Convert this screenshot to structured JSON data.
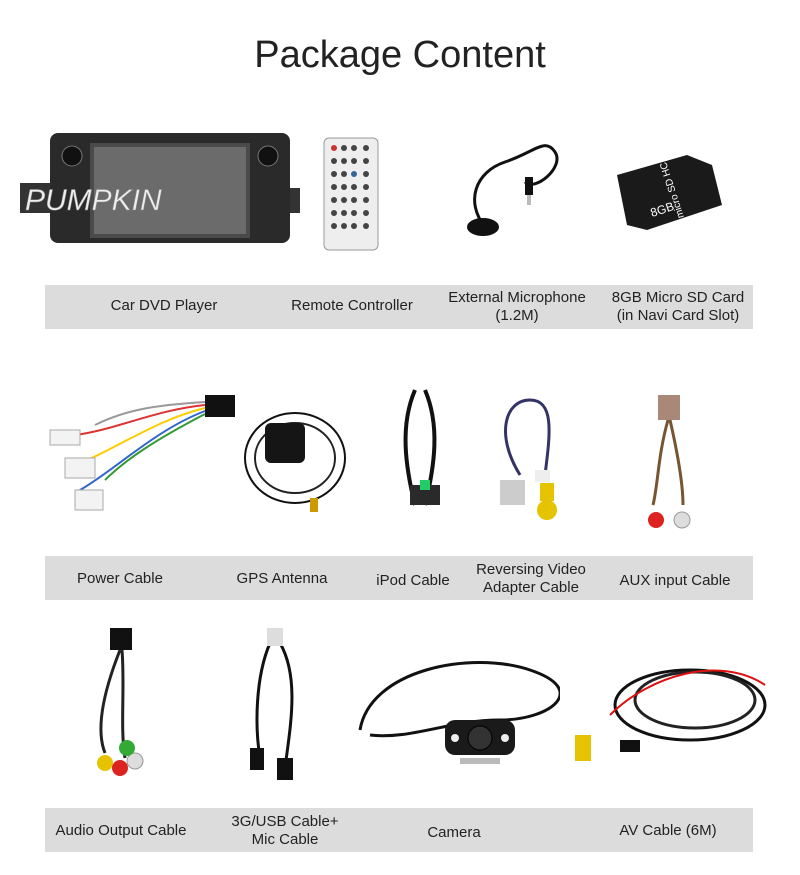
{
  "title": "Package Content",
  "logo_text": "PUMPKIN",
  "sd_card": {
    "capacity": "8GB",
    "brand": "micro SD HC"
  },
  "rows": [
    {
      "items": [
        {
          "label": "Car DVD Player"
        },
        {
          "label": "Remote Controller"
        },
        {
          "label": "External Microphone\n(1.2M)"
        },
        {
          "label": "8GB Micro SD Card\n(in Navi Card Slot)"
        }
      ]
    },
    {
      "items": [
        {
          "label": "Power Cable"
        },
        {
          "label": "GPS Antenna"
        },
        {
          "label": "iPod Cable"
        },
        {
          "label": "Reversing Video\nAdapter Cable"
        },
        {
          "label": "AUX input Cable"
        }
      ]
    },
    {
      "items": [
        {
          "label": "Audio Output Cable"
        },
        {
          "label": "3G/USB Cable+\nMic Cable"
        },
        {
          "label": "Camera"
        },
        {
          "label": "AV Cable (6M)"
        }
      ]
    }
  ]
}
